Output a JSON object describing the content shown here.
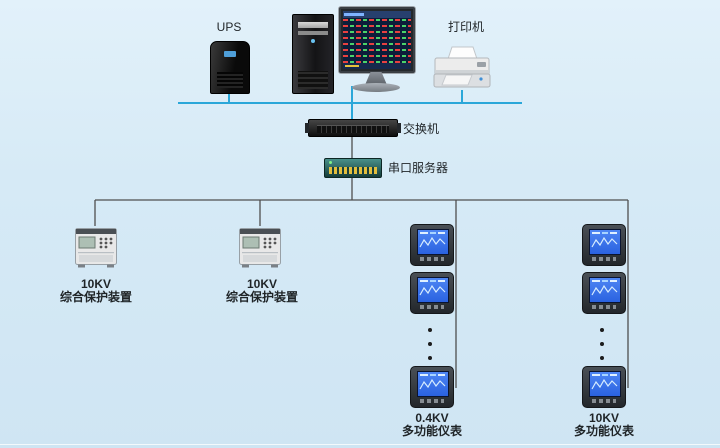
{
  "colors": {
    "background": "#d6eaf6",
    "bus": "#2aa7d9",
    "wire": "#4f4f4f",
    "label": "#1f2427",
    "meter_screen": "#2a62e0"
  },
  "top_row": {
    "ups_label": "UPS",
    "printer_label": "打印机"
  },
  "network": {
    "switch_label": "交换机",
    "serial_server_label": "串口服务器"
  },
  "device_groups": {
    "protection1": {
      "voltage": "10KV",
      "name": "综合保护装置"
    },
    "protection2": {
      "voltage": "10KV",
      "name": "综合保护装置"
    },
    "meter_column1": {
      "voltage": "0.4KV",
      "name": "多功能仪表"
    },
    "meter_column2": {
      "voltage": "10KV",
      "name": "多功能仪表"
    }
  }
}
